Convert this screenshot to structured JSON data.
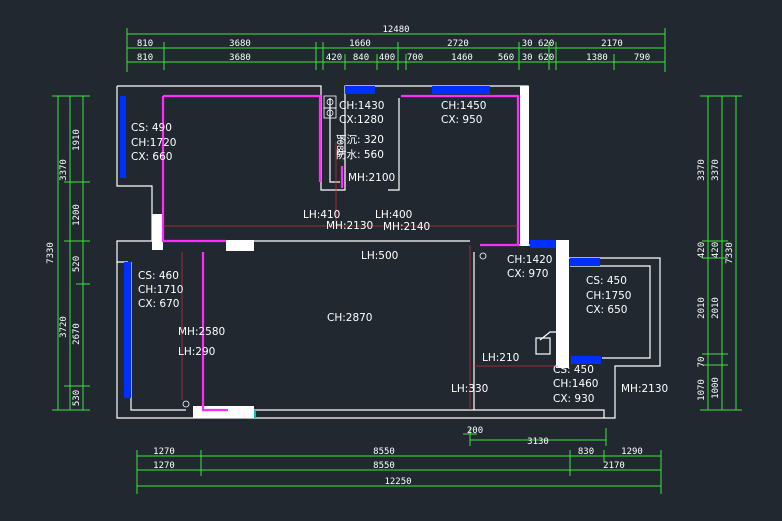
{
  "dimensions": {
    "top_total": "12480",
    "top_row1": [
      "810",
      "3680",
      "1660",
      "2720",
      "30 620",
      "2170"
    ],
    "top_row2": [
      "810",
      "3680",
      "420",
      "840",
      "400",
      "700",
      "1460",
      "560",
      "30 620",
      "1380",
      "790"
    ],
    "bottom_row1": [
      "1270",
      "8550",
      "830",
      "1290"
    ],
    "bottom_row2": [
      "1270",
      "8550",
      "2170"
    ],
    "bottom_total": "12250",
    "offset": "200",
    "balcony_span": "3130",
    "left_total": "7330",
    "left_col1": [
      "3370",
      "3720"
    ],
    "left_col2": [
      "1910",
      "1200",
      "520",
      "2670",
      "530"
    ],
    "right_col1": [
      "3370",
      "420",
      "2010",
      "70",
      "1070"
    ],
    "right_col2": [
      "3370",
      "420",
      "2010",
      "1000"
    ],
    "right_total": "7330"
  },
  "labels": {
    "cs_490": "CS: 490",
    "ch_1720": "CH:1720",
    "cx_660": "CX: 660",
    "ch_1430": "CH:1430",
    "cx_1280": "CX:1280",
    "xiachen": "下沉: 320",
    "fangshui": "防水: 560",
    "v_3080": "3080",
    "mh_2100": "MH:2100",
    "ch_1450": "CH:1450",
    "cx_950": "CX: 950",
    "lh_410": "LH:410",
    "mh_2130_a": "MH:2130",
    "lh_400": "LH:400",
    "mh_2140": "MH:2140",
    "lh_500": "LH:500",
    "ch_1420": "CH:1420",
    "cx_970": "CX: 970",
    "cs_460": "CS: 460",
    "ch_1710": "CH:1710",
    "cx_670": "CX: 670",
    "mh_2580": "MH:2580",
    "lh_290": "LH:290",
    "ch_2870": "CH:2870",
    "cs_450_a": "CS: 450",
    "ch_1750": "CH:1750",
    "cx_650": "CX: 650",
    "lh_210": "LH:210",
    "cs_450_b": "CS: 450",
    "ch_1460": "CH:1460",
    "cx_930": "CX: 930",
    "lh_330": "LH:330",
    "mh_2130_b": "MH:2130"
  },
  "colors": {
    "background": "#212830",
    "dimension": "#39e639",
    "wall": "#ffffff",
    "interior_edge": "#ff2bff",
    "window": "#0030ff",
    "reference": "#c03030"
  }
}
